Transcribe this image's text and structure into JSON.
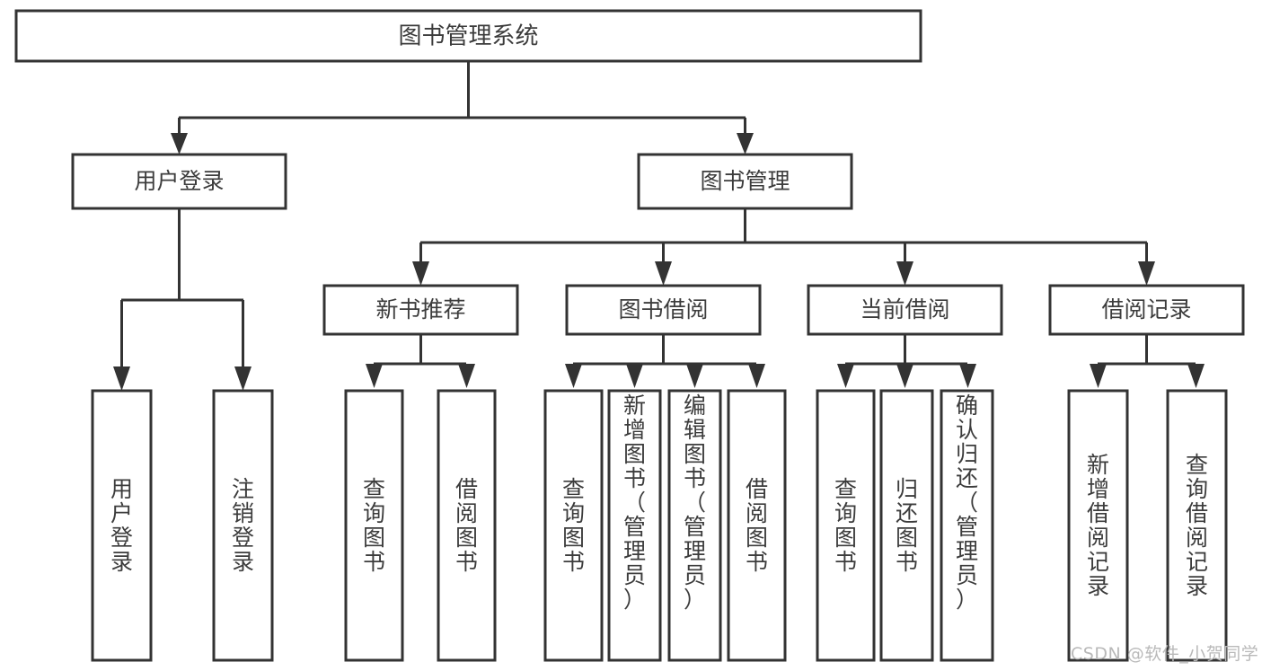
{
  "diagram": {
    "title": "图书管理系统",
    "type": "hierarchy-tree",
    "accent_color": "#333333",
    "text_color": "#3c3c3c",
    "background": "#ffffff",
    "root": {
      "id": "root",
      "label": "图书管理系统",
      "orientation": "horizontal"
    },
    "level2": [
      {
        "id": "user-login",
        "label": "用户登录",
        "orientation": "horizontal"
      },
      {
        "id": "book-management",
        "label": "图书管理",
        "orientation": "horizontal"
      }
    ],
    "level3": [
      {
        "id": "new-book-recommend",
        "label": "新书推荐",
        "orientation": "horizontal",
        "parent": "book-management"
      },
      {
        "id": "book-borrow",
        "label": "图书借阅",
        "orientation": "horizontal",
        "parent": "book-management"
      },
      {
        "id": "current-borrow",
        "label": "当前借阅",
        "orientation": "horizontal",
        "parent": "book-management"
      },
      {
        "id": "borrow-record",
        "label": "借阅记录",
        "orientation": "horizontal",
        "parent": "book-management"
      }
    ],
    "leaves": [
      {
        "id": "leaf-user-login",
        "label": "用户登录",
        "chars": [
          "用",
          "户",
          "登",
          "录"
        ],
        "parent": "user-login",
        "orientation": "vertical"
      },
      {
        "id": "leaf-user-logout",
        "label": "注销登录",
        "chars": [
          "注",
          "销",
          "登",
          "录"
        ],
        "parent": "user-login",
        "orientation": "vertical"
      },
      {
        "id": "leaf-query-book-1",
        "label": "查询图书",
        "chars": [
          "查",
          "询",
          "图",
          "书"
        ],
        "parent": "new-book-recommend",
        "orientation": "vertical"
      },
      {
        "id": "leaf-borrow-book-1",
        "label": "借阅图书",
        "chars": [
          "借",
          "阅",
          "图",
          "书"
        ],
        "parent": "new-book-recommend",
        "orientation": "vertical"
      },
      {
        "id": "leaf-query-book-2",
        "label": "查询图书",
        "chars": [
          "查",
          "询",
          "图",
          "书"
        ],
        "parent": "book-borrow",
        "orientation": "vertical"
      },
      {
        "id": "leaf-add-book",
        "label": "新增图书（管理员）",
        "chars": [
          "新",
          "增",
          "图",
          "书",
          "（",
          "管",
          "理",
          "员",
          "）"
        ],
        "parent": "book-borrow",
        "orientation": "vertical"
      },
      {
        "id": "leaf-edit-book",
        "label": "编辑图书（管理员）",
        "chars": [
          "编",
          "辑",
          "图",
          "书",
          "（",
          "管",
          "理",
          "员",
          "）"
        ],
        "parent": "book-borrow",
        "orientation": "vertical"
      },
      {
        "id": "leaf-borrow-book-2",
        "label": "借阅图书",
        "chars": [
          "借",
          "阅",
          "图",
          "书"
        ],
        "parent": "book-borrow",
        "orientation": "vertical"
      },
      {
        "id": "leaf-query-book-3",
        "label": "查询图书",
        "chars": [
          "查",
          "询",
          "图",
          "书"
        ],
        "parent": "current-borrow",
        "orientation": "vertical"
      },
      {
        "id": "leaf-return-book",
        "label": "归还图书",
        "chars": [
          "归",
          "还",
          "图",
          "书"
        ],
        "parent": "current-borrow",
        "orientation": "vertical"
      },
      {
        "id": "leaf-confirm-return",
        "label": "确认归还（管理员）",
        "chars": [
          "确",
          "认",
          "归",
          "还",
          "（",
          "管",
          "理",
          "员",
          "）"
        ],
        "parent": "current-borrow",
        "orientation": "vertical"
      },
      {
        "id": "leaf-add-record",
        "label": "新增借阅记录",
        "chars": [
          "新",
          "增",
          "借",
          "阅",
          "记",
          "录"
        ],
        "parent": "borrow-record",
        "orientation": "vertical"
      },
      {
        "id": "leaf-query-record",
        "label": "查询借阅记录",
        "chars": [
          "查",
          "询",
          "借",
          "阅",
          "记",
          "录"
        ],
        "parent": "borrow-record",
        "orientation": "vertical"
      }
    ]
  },
  "watermark": {
    "text": "CSDN @软件_小贺同学"
  }
}
